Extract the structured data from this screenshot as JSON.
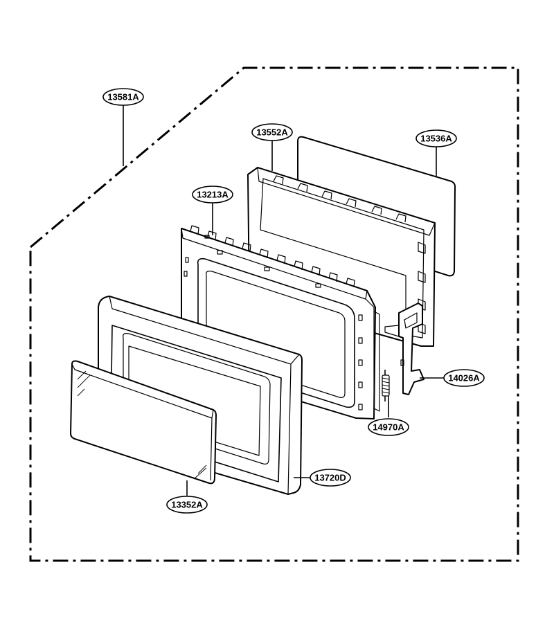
{
  "callouts": [
    {
      "id": "c-13581A",
      "label": "13581A"
    },
    {
      "id": "c-13552A",
      "label": "13552A"
    },
    {
      "id": "c-13536A",
      "label": "13536A"
    },
    {
      "id": "c-13213A",
      "label": "13213A"
    },
    {
      "id": "c-14026A",
      "label": "14026A"
    },
    {
      "id": "c-14970A",
      "label": "14970A"
    },
    {
      "id": "c-13720D",
      "label": "13720D"
    },
    {
      "id": "c-13352A",
      "label": "13352A"
    }
  ]
}
